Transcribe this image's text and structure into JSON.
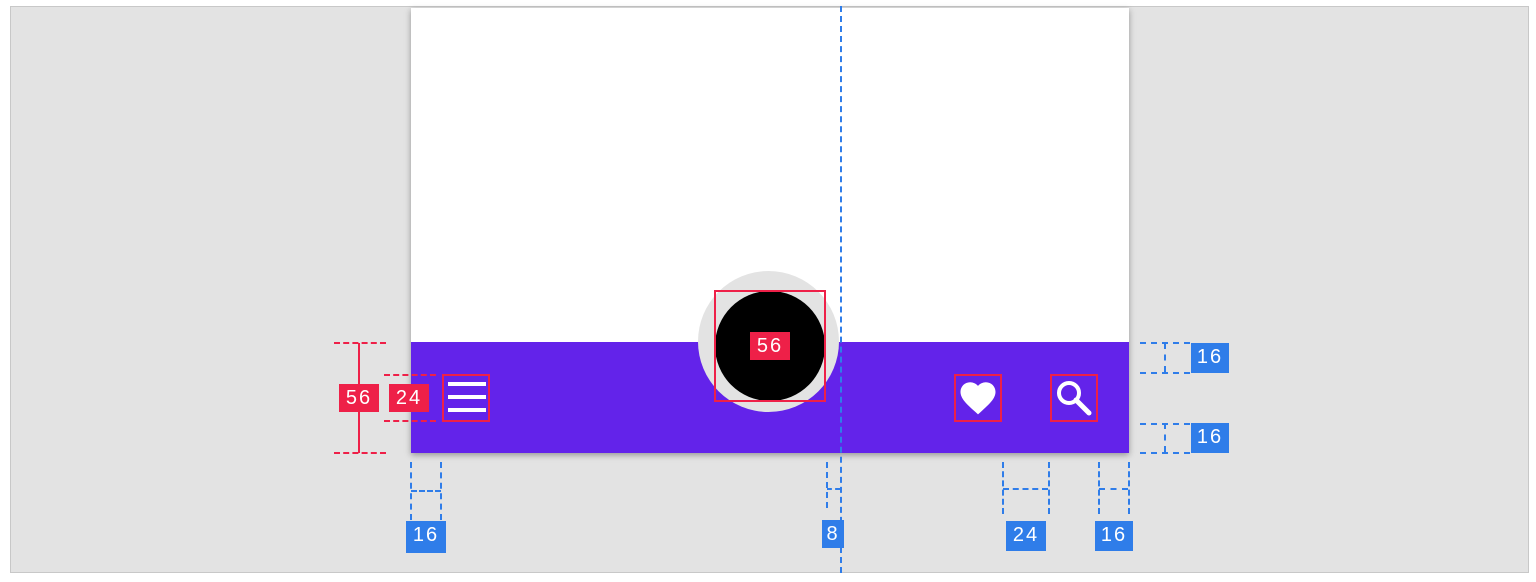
{
  "spec": {
    "bar_height": "56",
    "nav_icon_size": "24",
    "fab_size": "56",
    "top_padding": "16",
    "bottom_padding": "16",
    "left_margin": "16",
    "fab_offset": "8",
    "icon_spacing": "24",
    "right_margin": "16"
  },
  "colors": {
    "bar": "#6323ea",
    "fab": "#000000",
    "redline": "#ee2048",
    "blueline": "#2f7de9"
  },
  "icons": {
    "nav": "menu-icon",
    "action1": "heart-icon",
    "action2": "search-icon"
  }
}
